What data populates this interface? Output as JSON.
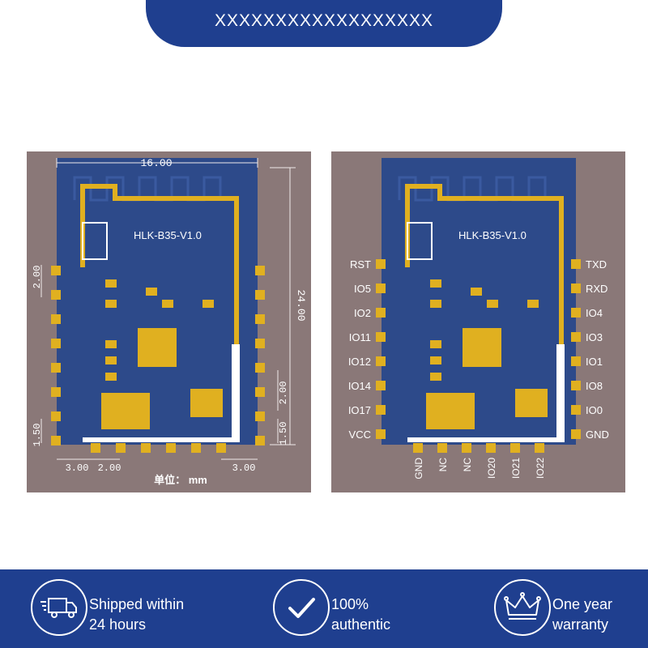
{
  "banner": {
    "text": "XXXXXXXXXXXXXXXXXX"
  },
  "left_board": {
    "model": "HLK-B35-V1.0",
    "dim_width": "16.00",
    "dim_height": "24.00",
    "dim_left_top": "2.00",
    "dim_left_bottom": "1.50",
    "dim_right_mid": "2.00",
    "dim_right_bottom": "1.50",
    "dim_bottom_a": "3.00",
    "dim_bottom_b": "2.00",
    "dim_bottom_c": "3.00",
    "unit_label": "单位： mm"
  },
  "right_board": {
    "model": "HLK-B35-V1.0",
    "left_pins": [
      "RST",
      "IO5",
      "IO2",
      "IO11",
      "IO12",
      "IO14",
      "IO17",
      "VCC"
    ],
    "right_pins": [
      "TXD",
      "RXD",
      "IO4",
      "IO3",
      "IO1",
      "IO8",
      "IO0",
      "GND"
    ],
    "bottom_pins": [
      "GND",
      "NC",
      "NC",
      "IO20",
      "IO21",
      "IO22"
    ]
  },
  "features": [
    {
      "icon": "delivery-truck-icon",
      "line1": "Shipped within",
      "line2": "24 hours"
    },
    {
      "icon": "checkmark-icon",
      "line1": "100%",
      "line2": "authentic"
    },
    {
      "icon": "crown-icon",
      "line1": "One year",
      "line2": "warranty"
    }
  ],
  "colors": {
    "brand_blue": "#1f3f8f",
    "pcb_blue": "#2d4a8a",
    "pad_gold": "#e0b020",
    "panel_brown": "#8a7878"
  }
}
